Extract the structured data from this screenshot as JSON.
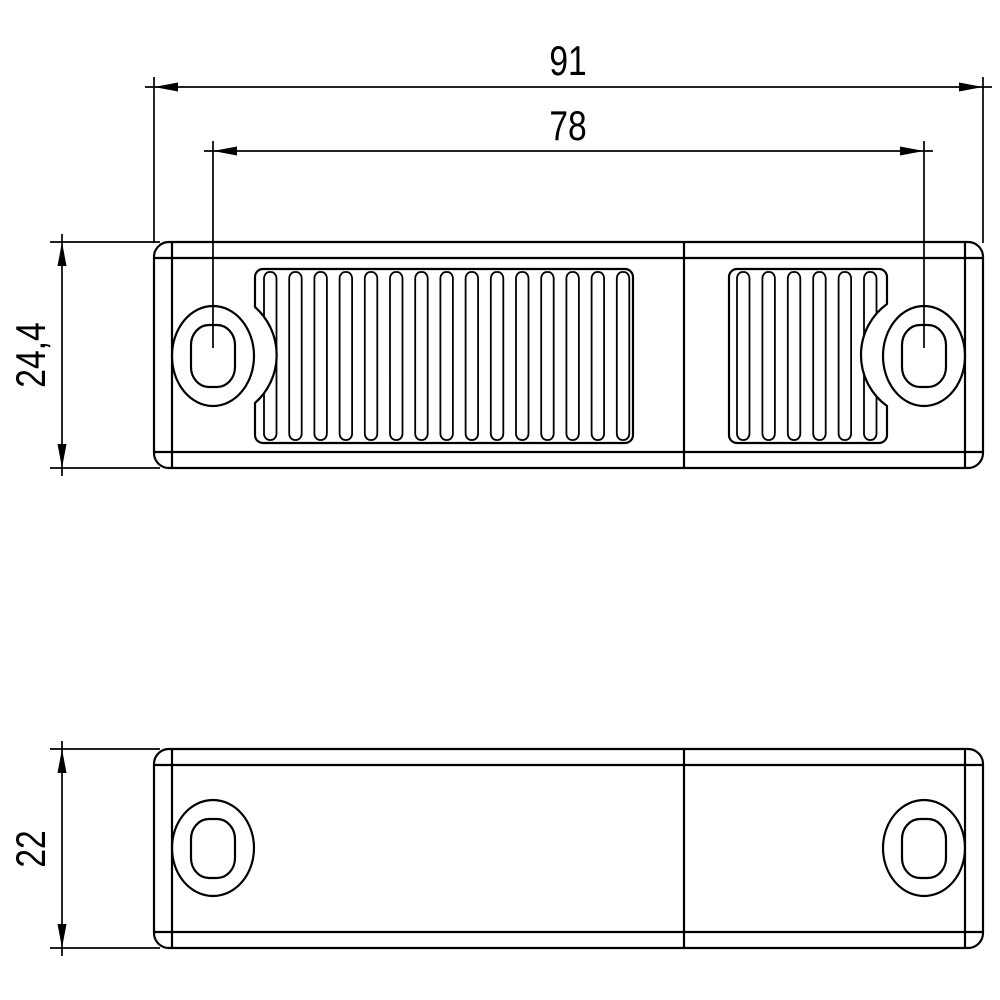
{
  "drawing": {
    "kind": "technical-drawing",
    "background_color": "#ffffff",
    "line_color": "#000000",
    "dimensions": {
      "overall_length": {
        "label": "91"
      },
      "hole_spacing": {
        "label": "78"
      },
      "top_view_height": {
        "label": "24,4"
      },
      "front_view_height": {
        "label": "22"
      }
    },
    "views": {
      "top": {
        "name": "top view",
        "rib_sections": [
          {
            "side": "left",
            "slots": 15
          },
          {
            "side": "right",
            "slots": 6
          }
        ],
        "mounting_holes": 2
      },
      "front": {
        "name": "front view",
        "mounting_holes": 2
      }
    }
  }
}
